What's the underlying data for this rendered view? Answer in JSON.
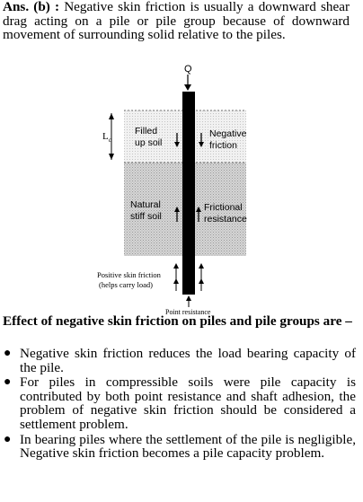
{
  "intro": {
    "label": "Ans. (b) :",
    "text": "Negative skin friction is usually a downward shear drag acting on a pile or pile group because of downward movement of surrounding solid relative to the piles."
  },
  "figure": {
    "load_label": "Q",
    "length_label": "L",
    "length_sub": "c",
    "filled_soil": [
      "Filled",
      "up soil"
    ],
    "negative_friction": [
      "Negative",
      "friction"
    ],
    "natural_soil": [
      "Natural",
      "stiff soil"
    ],
    "frictional_resistance": [
      "Frictional",
      "resistance"
    ],
    "positive_skin_friction": [
      "Positive skin friction",
      "(helps carry load)"
    ],
    "point_resistance": "Point resistance"
  },
  "heading": "Effect of negative skin friction on piles and pile groups are –",
  "bullets": [
    "Negative skin friction reduces the load bearing capacity of the pile.",
    "For piles in compressible soils were pile capacity is contributed by both point resistance and shaft adhesion, the problem of negative skin friction should be considered a settlement problem.",
    "In bearing piles where the settlement of the pile is negligible, Negative skin friction becomes a pile capacity problem."
  ],
  "bullet_symbol": "●"
}
